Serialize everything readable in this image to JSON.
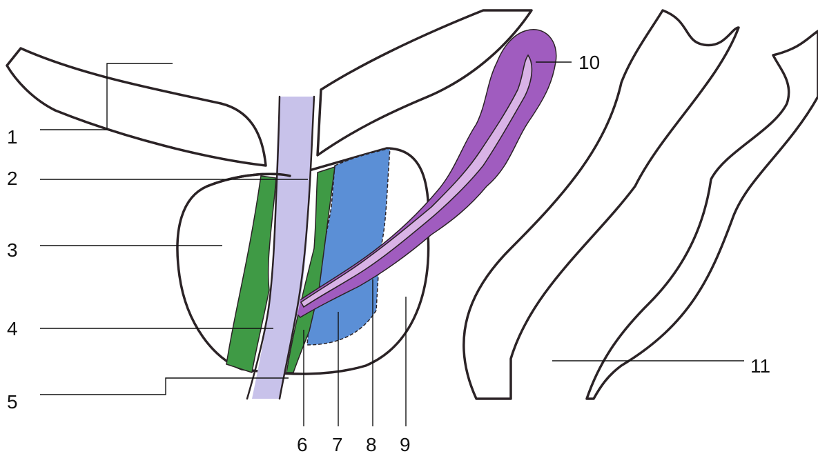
{
  "labels": {
    "l1": "1",
    "l2": "2",
    "l3": "3",
    "l4": "4",
    "l5": "5",
    "l6": "6",
    "l7": "7",
    "l8": "8",
    "l9": "9",
    "l10": "10",
    "l11": "11"
  },
  "colors": {
    "yellow": "#f1eb6e",
    "green": "#3f9a45",
    "blue": "#5b8fd6",
    "urethra": "#c8c2ea",
    "purple": "#a05cbf",
    "purple_light": "#d9b3e6",
    "hatch": "#3a3134"
  }
}
